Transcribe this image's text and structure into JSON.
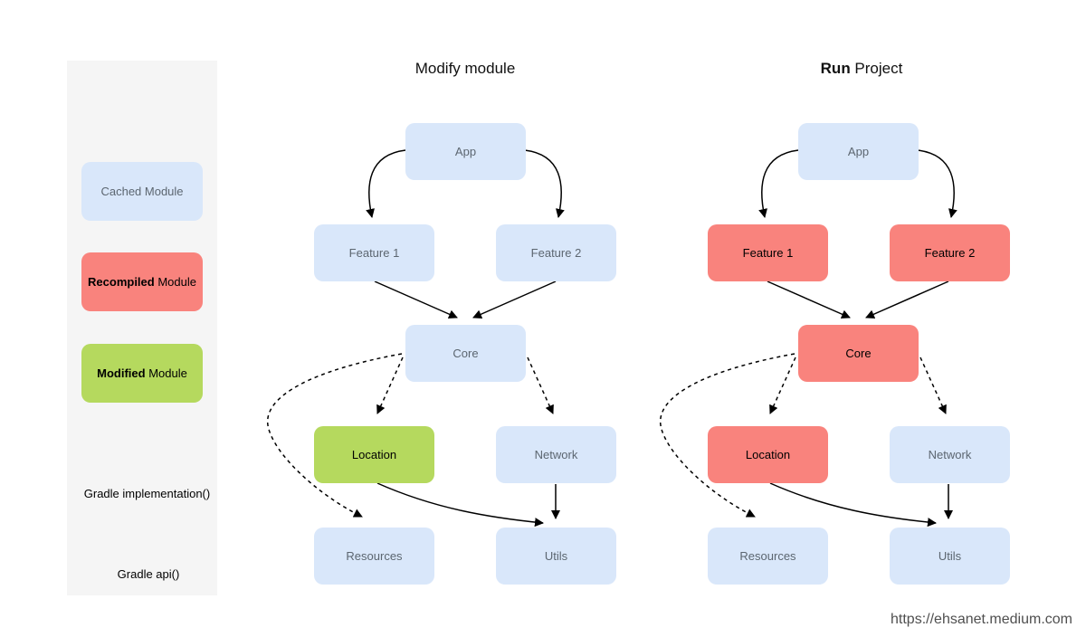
{
  "colors": {
    "cached_blue": "#d9e7fa",
    "recompiled_red": "#f9837d",
    "modified_green": "#b5d95e",
    "blue_box_text": "#5c6670",
    "legend_background": "#f5f5f5",
    "arrow_black": "#000000"
  },
  "legend": {
    "items": [
      {
        "bold": "",
        "rest": "Cached Module",
        "state": "blue"
      },
      {
        "bold": "Recompiled",
        "rest": " Module",
        "state": "red"
      },
      {
        "bold": "Modified",
        "rest": " Module",
        "state": "green"
      }
    ],
    "implementation_label": "Gradle implementation()",
    "api_label": "Gradle api()"
  },
  "diagrams": [
    {
      "title_bold": "",
      "title_rest": "Modify module",
      "nodes": [
        {
          "id": "app",
          "label": "App",
          "state": "blue"
        },
        {
          "id": "feature1",
          "label": "Feature 1",
          "state": "blue"
        },
        {
          "id": "feature2",
          "label": "Feature 2",
          "state": "blue"
        },
        {
          "id": "core",
          "label": "Core",
          "state": "blue"
        },
        {
          "id": "location",
          "label": "Location",
          "state": "green"
        },
        {
          "id": "network",
          "label": "Network",
          "state": "blue"
        },
        {
          "id": "resources",
          "label": "Resources",
          "state": "blue"
        },
        {
          "id": "utils",
          "label": "Utils",
          "state": "blue"
        }
      ]
    },
    {
      "title_bold": "Run",
      "title_rest": " Project",
      "nodes": [
        {
          "id": "app",
          "label": "App",
          "state": "blue"
        },
        {
          "id": "feature1",
          "label": "Feature 1",
          "state": "red"
        },
        {
          "id": "feature2",
          "label": "Feature 2",
          "state": "red"
        },
        {
          "id": "core",
          "label": "Core",
          "state": "red"
        },
        {
          "id": "location",
          "label": "Location",
          "state": "red"
        },
        {
          "id": "network",
          "label": "Network",
          "state": "blue"
        },
        {
          "id": "resources",
          "label": "Resources",
          "state": "blue"
        },
        {
          "id": "utils",
          "label": "Utils",
          "state": "blue"
        }
      ]
    }
  ],
  "footer": {
    "url": "https://ehsanet.medium.com"
  }
}
